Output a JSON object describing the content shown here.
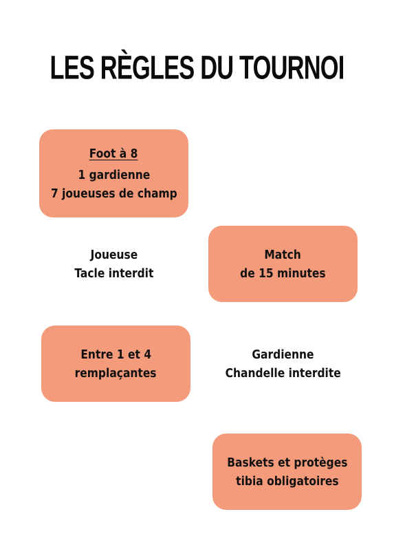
{
  "title": "LES RÈGLES DU TOURNOI",
  "colors": {
    "card_fill": "#f49b7b",
    "text": "#111111",
    "background": "#ffffff"
  },
  "cards": {
    "foot": {
      "heading": "Foot à 8",
      "line1": "1 gardienne",
      "line2": "7 joueuses de champ"
    },
    "joueuse": {
      "line1": "Joueuse",
      "line2": "Tacle interdit"
    },
    "match": {
      "line1": "Match",
      "line2": "de 15 minutes"
    },
    "remplacantes": {
      "line1": "Entre 1 et 4",
      "line2": "remplaçantes"
    },
    "gardienne": {
      "line1": "Gardienne",
      "line2": "Chandelle interdite"
    },
    "baskets": {
      "line1": "Baskets et protèges",
      "line2": "tibia obligatoires"
    }
  }
}
